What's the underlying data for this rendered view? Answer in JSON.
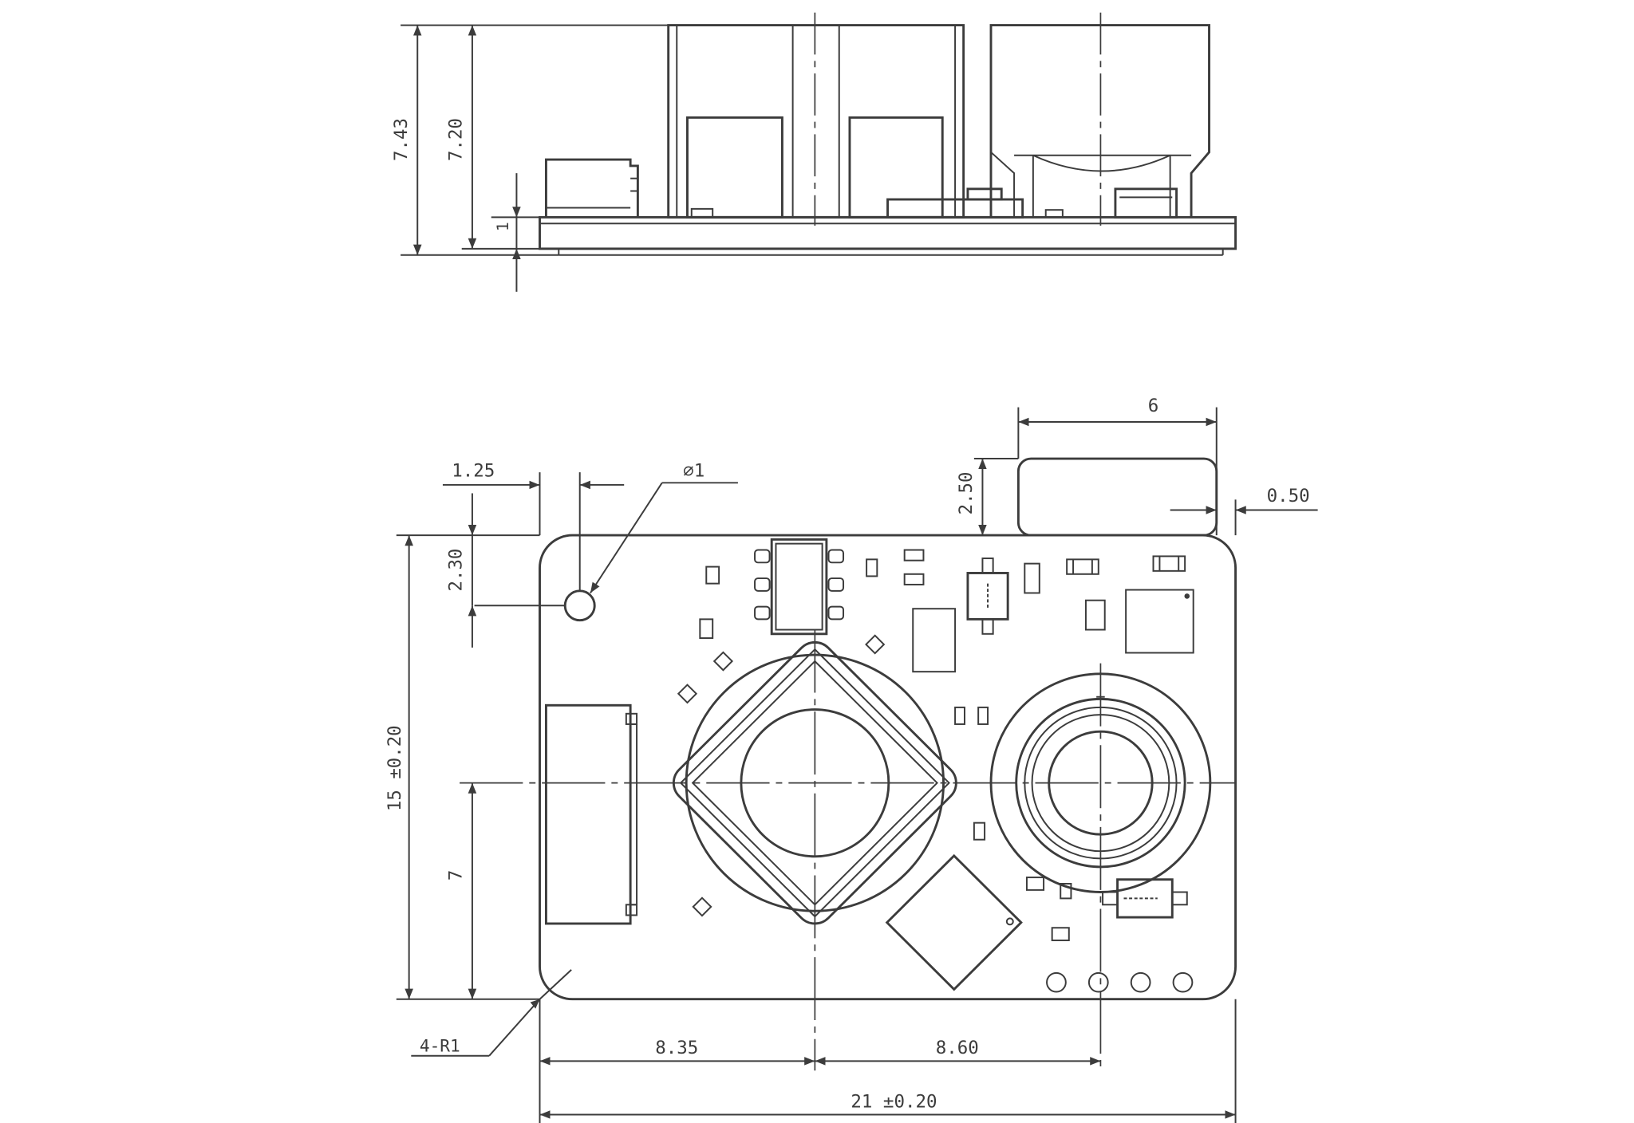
{
  "side_view": {
    "overall_height": "7.43",
    "body_height": "7.20",
    "pcb_thickness": "1"
  },
  "top_view": {
    "lens_width": "6",
    "lens_protrusion": "2.50",
    "lens_edge_offset": "0.50",
    "hole_offset_x": "1.25",
    "hole_offset_y": "2.30",
    "hole_diameter": "∅1",
    "board_height": "15 ±0.20",
    "center_height": "7",
    "corner_radius": "4-R1",
    "left_center": "8.35",
    "center_spacing": "8.60",
    "board_width": "21 ±0.20"
  },
  "colors": {
    "line": "#3c3c3c",
    "background": "#ffffff"
  }
}
